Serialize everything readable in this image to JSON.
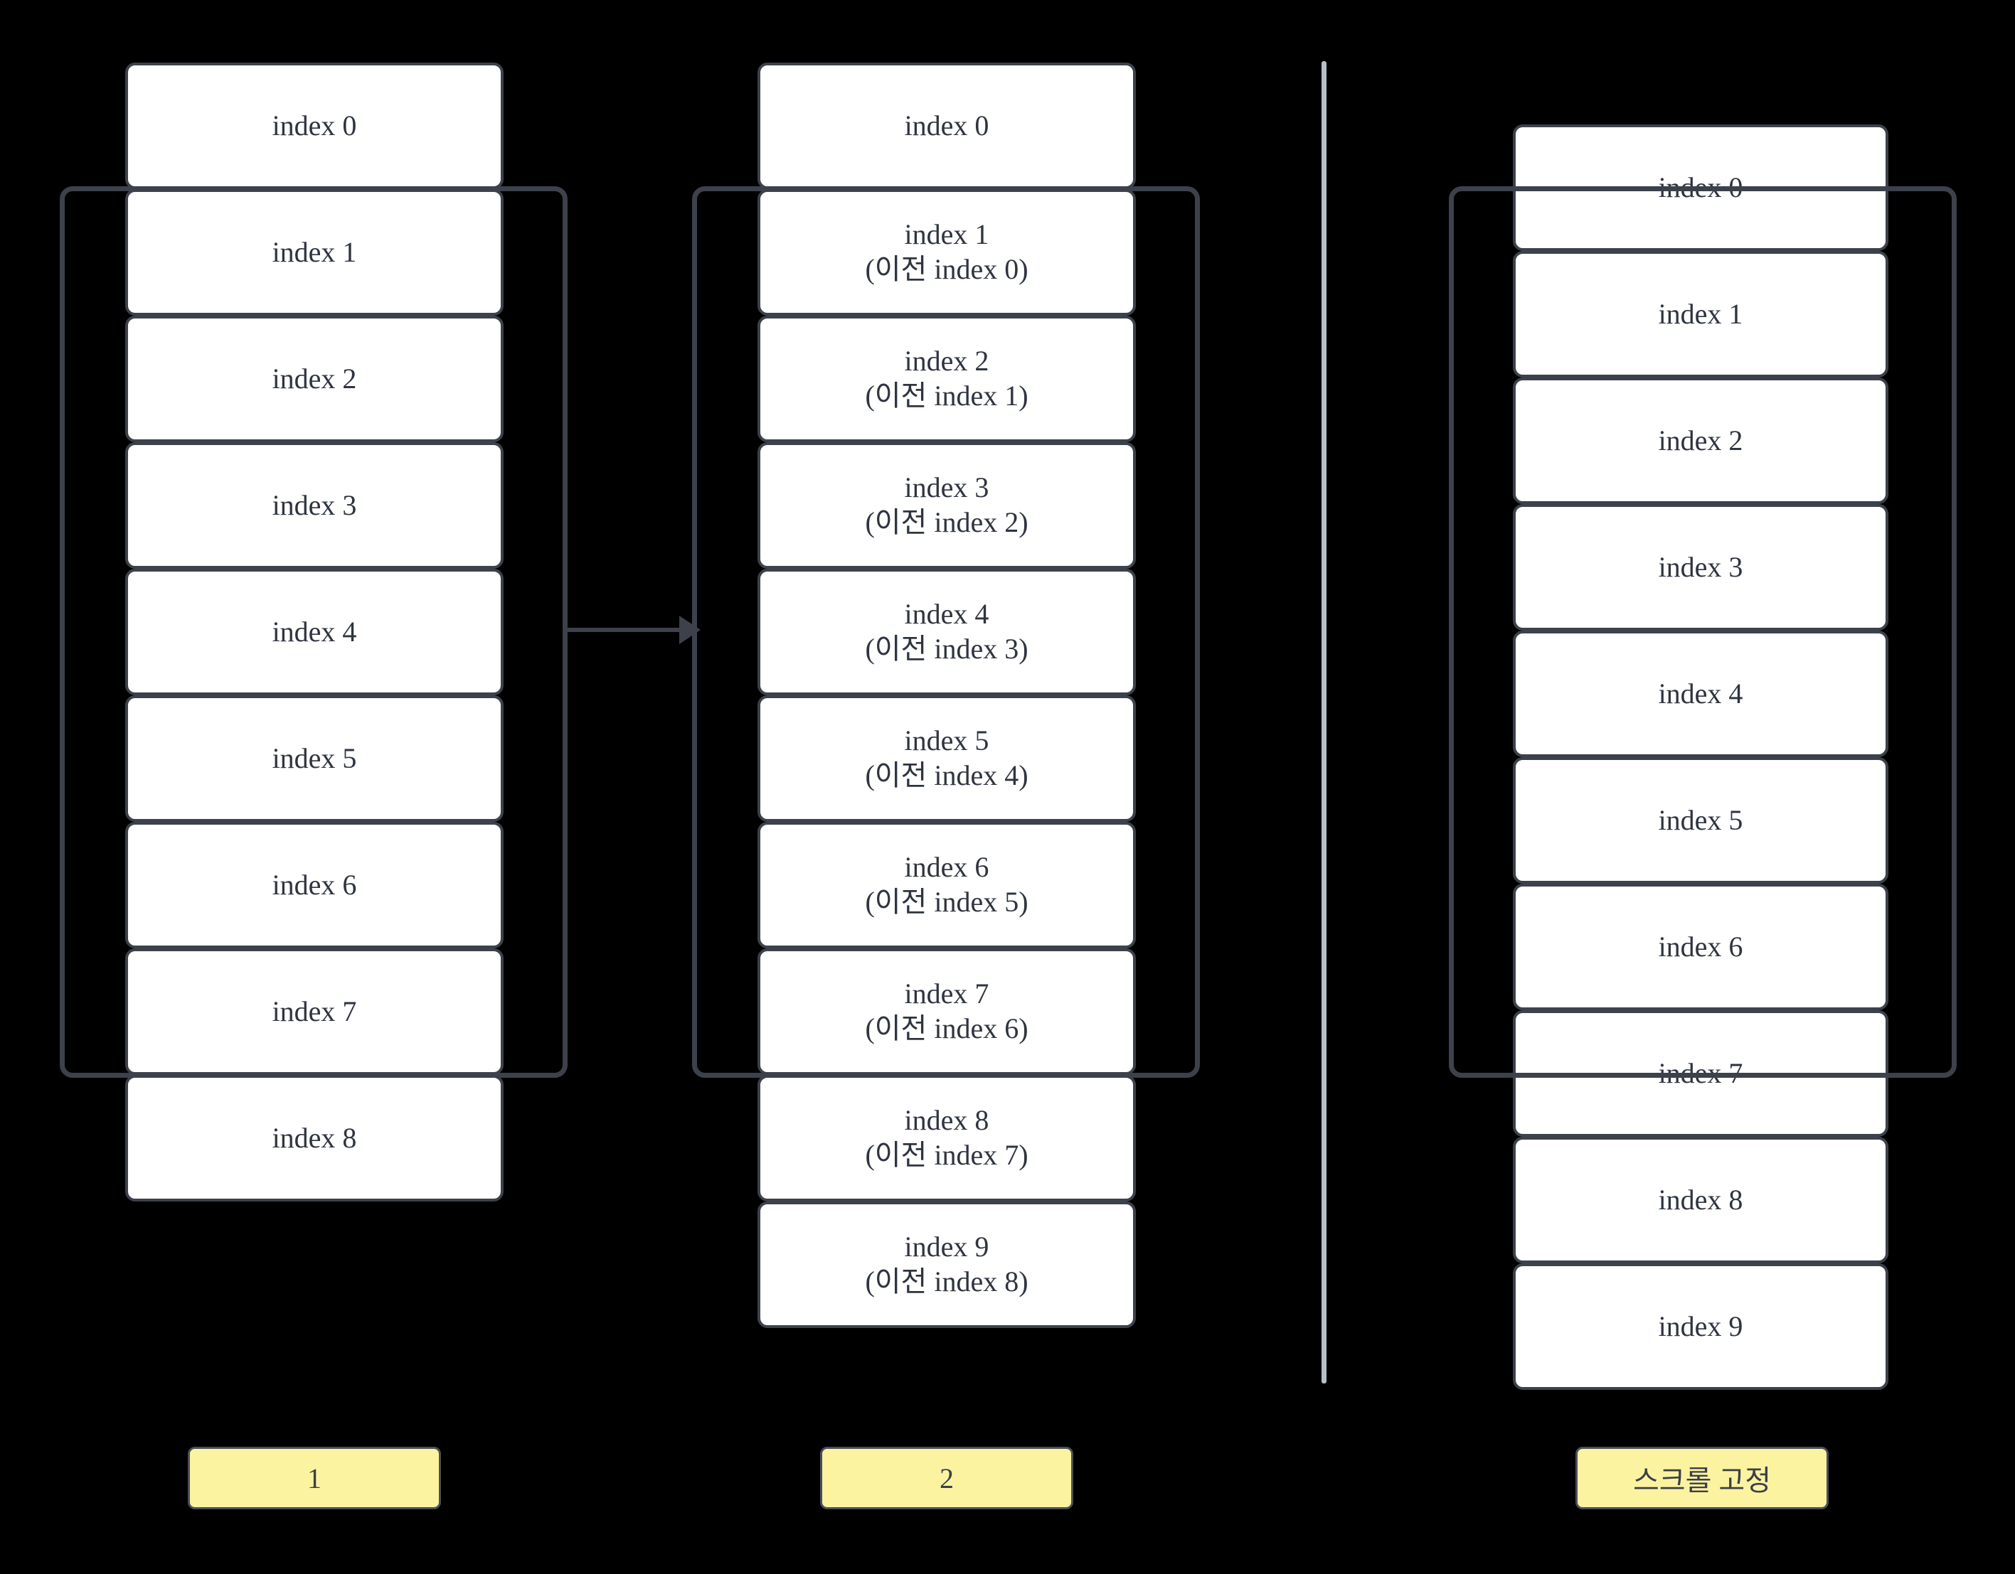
{
  "diagram": {
    "title": "scroll anchoring list diagram",
    "background_color": "#000000",
    "box_fill": "#ffffff",
    "box_border_color": "#3c414b",
    "viewport_border_color": "#3c414b",
    "divider_color": "#b9bfc9",
    "button_fill": "#fcf3a1",
    "text_color": "#2e3440"
  },
  "columns": [
    {
      "id": "before",
      "name": "list-before-prepend",
      "items": [
        {
          "label": "index 0"
        },
        {
          "label": "index 1"
        },
        {
          "label": "index 2"
        },
        {
          "label": "index 3"
        },
        {
          "label": "index 4"
        },
        {
          "label": "index 5"
        },
        {
          "label": "index 6"
        },
        {
          "label": "index 7"
        },
        {
          "label": "index 8"
        }
      ],
      "viewport": {
        "name": "scroll-viewport-frame"
      }
    },
    {
      "id": "after",
      "name": "list-after-prepend",
      "items": [
        {
          "label": "index 0"
        },
        {
          "label": "index 1\n(이전 index 0)"
        },
        {
          "label": "index 2\n(이전 index 1)"
        },
        {
          "label": "index 3\n(이전 index 2)"
        },
        {
          "label": "index 4\n(이전 index 3)"
        },
        {
          "label": "index 5\n(이전 index 4)"
        },
        {
          "label": "index 6\n(이전 index 5)"
        },
        {
          "label": "index 7\n(이전 index 6)"
        },
        {
          "label": "index 8\n(이전 index 7)"
        },
        {
          "label": "index 9\n(이전 index 8)"
        }
      ],
      "viewport": {
        "name": "scroll-viewport-frame"
      }
    },
    {
      "id": "anchored",
      "name": "list-scroll-anchored",
      "items": [
        {
          "label": "index 0"
        },
        {
          "label": "index 1"
        },
        {
          "label": "index 2"
        },
        {
          "label": "index 3"
        },
        {
          "label": "index 4"
        },
        {
          "label": "index 5"
        },
        {
          "label": "index 6"
        },
        {
          "label": "index 7"
        },
        {
          "label": "index 8"
        },
        {
          "label": "index 9"
        }
      ],
      "viewport": {
        "name": "scroll-viewport-frame"
      }
    }
  ],
  "buttons": [
    {
      "id": "step-1",
      "label": "1"
    },
    {
      "id": "step-2",
      "label": "2"
    },
    {
      "id": "scroll-lock",
      "label": "스크롤 고정"
    }
  ],
  "connector": {
    "name": "transition-arrow",
    "from": "list-before-prepend",
    "to": "list-after-prepend"
  },
  "divider": {
    "name": "section-divider"
  }
}
